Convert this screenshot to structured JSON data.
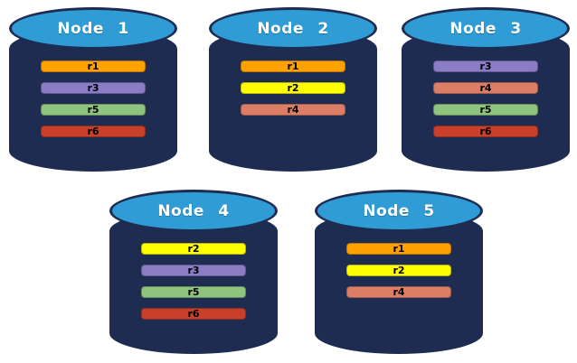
{
  "node_style": {
    "body_color": "#1E2C52",
    "top_color": "#2F9CD6",
    "top_border_color": "#1E2C52",
    "label_color": "#FFFFFF",
    "bar_text_color": "#000000"
  },
  "resource_colors": {
    "r1": "#FFA201",
    "r2": "#FFFF00",
    "r3": "#8B7CC6",
    "r4": "#DC7E66",
    "r5": "#8FC47E",
    "r6": "#C8402A"
  },
  "nodes": [
    {
      "label": "Node 1",
      "bars": [
        "r1",
        "r3",
        "r5",
        "r6"
      ]
    },
    {
      "label": "Node 2",
      "bars": [
        "r1",
        "r2",
        "r4"
      ]
    },
    {
      "label": "Node 3",
      "bars": [
        "r3",
        "r4",
        "r5",
        "r6"
      ]
    },
    {
      "label": "Node 4",
      "bars": [
        "r2",
        "r3",
        "r5",
        "r6"
      ]
    },
    {
      "label": "Node 5",
      "bars": [
        "r1",
        "r2",
        "r4"
      ]
    }
  ]
}
